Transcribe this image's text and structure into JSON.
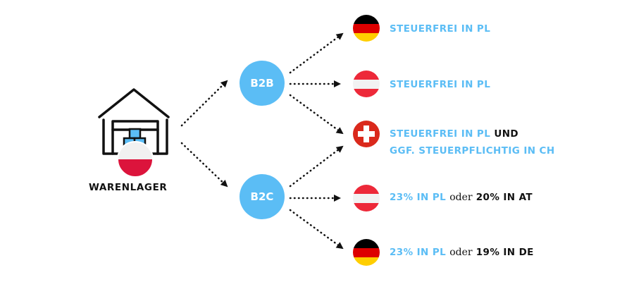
{
  "origin": {
    "label": "WARENLAGER",
    "flag": "poland-flag"
  },
  "channels": {
    "b2b": "B2B",
    "b2c": "B2C"
  },
  "destinations": [
    {
      "flag": "germany-flag",
      "text_blue": "STEUERFREI IN PL"
    },
    {
      "flag": "austria-flag",
      "text_blue": "STEUERFREI IN PL"
    },
    {
      "flag": "switzerland-flag",
      "text_blue": "STEUERFREI IN PL",
      "text_bold": "UND",
      "line2_blue": "GGF. STEUERPFLICHTIG IN CH"
    },
    {
      "flag": "austria-flag",
      "text_blue": "23% IN PL",
      "connector": "oder",
      "text_bold": "20% IN AT"
    },
    {
      "flag": "germany-flag",
      "text_blue": "23% IN PL",
      "connector": "oder",
      "text_bold": "19% IN DE"
    }
  ],
  "colors": {
    "accent_blue": "#5bbdf5",
    "text_dark": "#111111",
    "poland_red": "#dc143c",
    "flag_black": "#000000",
    "germany_red": "#dd0000",
    "germany_gold": "#ffce00",
    "austria_red": "#ed2939",
    "swiss_red": "#da291c"
  }
}
